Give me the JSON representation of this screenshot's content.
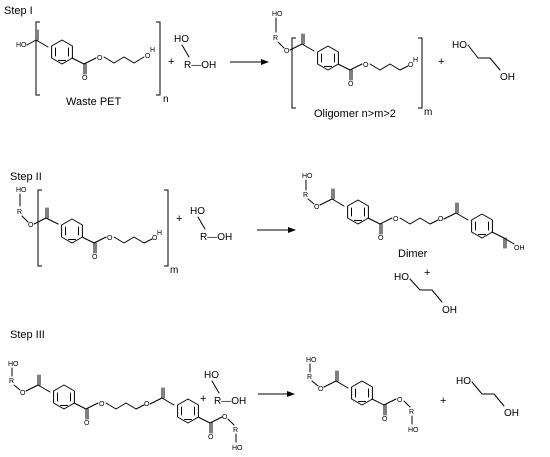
{
  "steps": {
    "step1": "Step I",
    "step2": "Step II",
    "step3": "Step III"
  },
  "labels": {
    "waste_pet": "Waste PET",
    "oligomer": "Oligomer n>m>2",
    "dimer": "Dimer"
  },
  "subscripts": {
    "n": "n",
    "m": "m"
  },
  "atoms": {
    "ho": "HO",
    "oh": "OH",
    "o": "O",
    "h": "H",
    "r": "R",
    "r_oh": "R—OH"
  },
  "operators": {
    "plus": "+"
  }
}
